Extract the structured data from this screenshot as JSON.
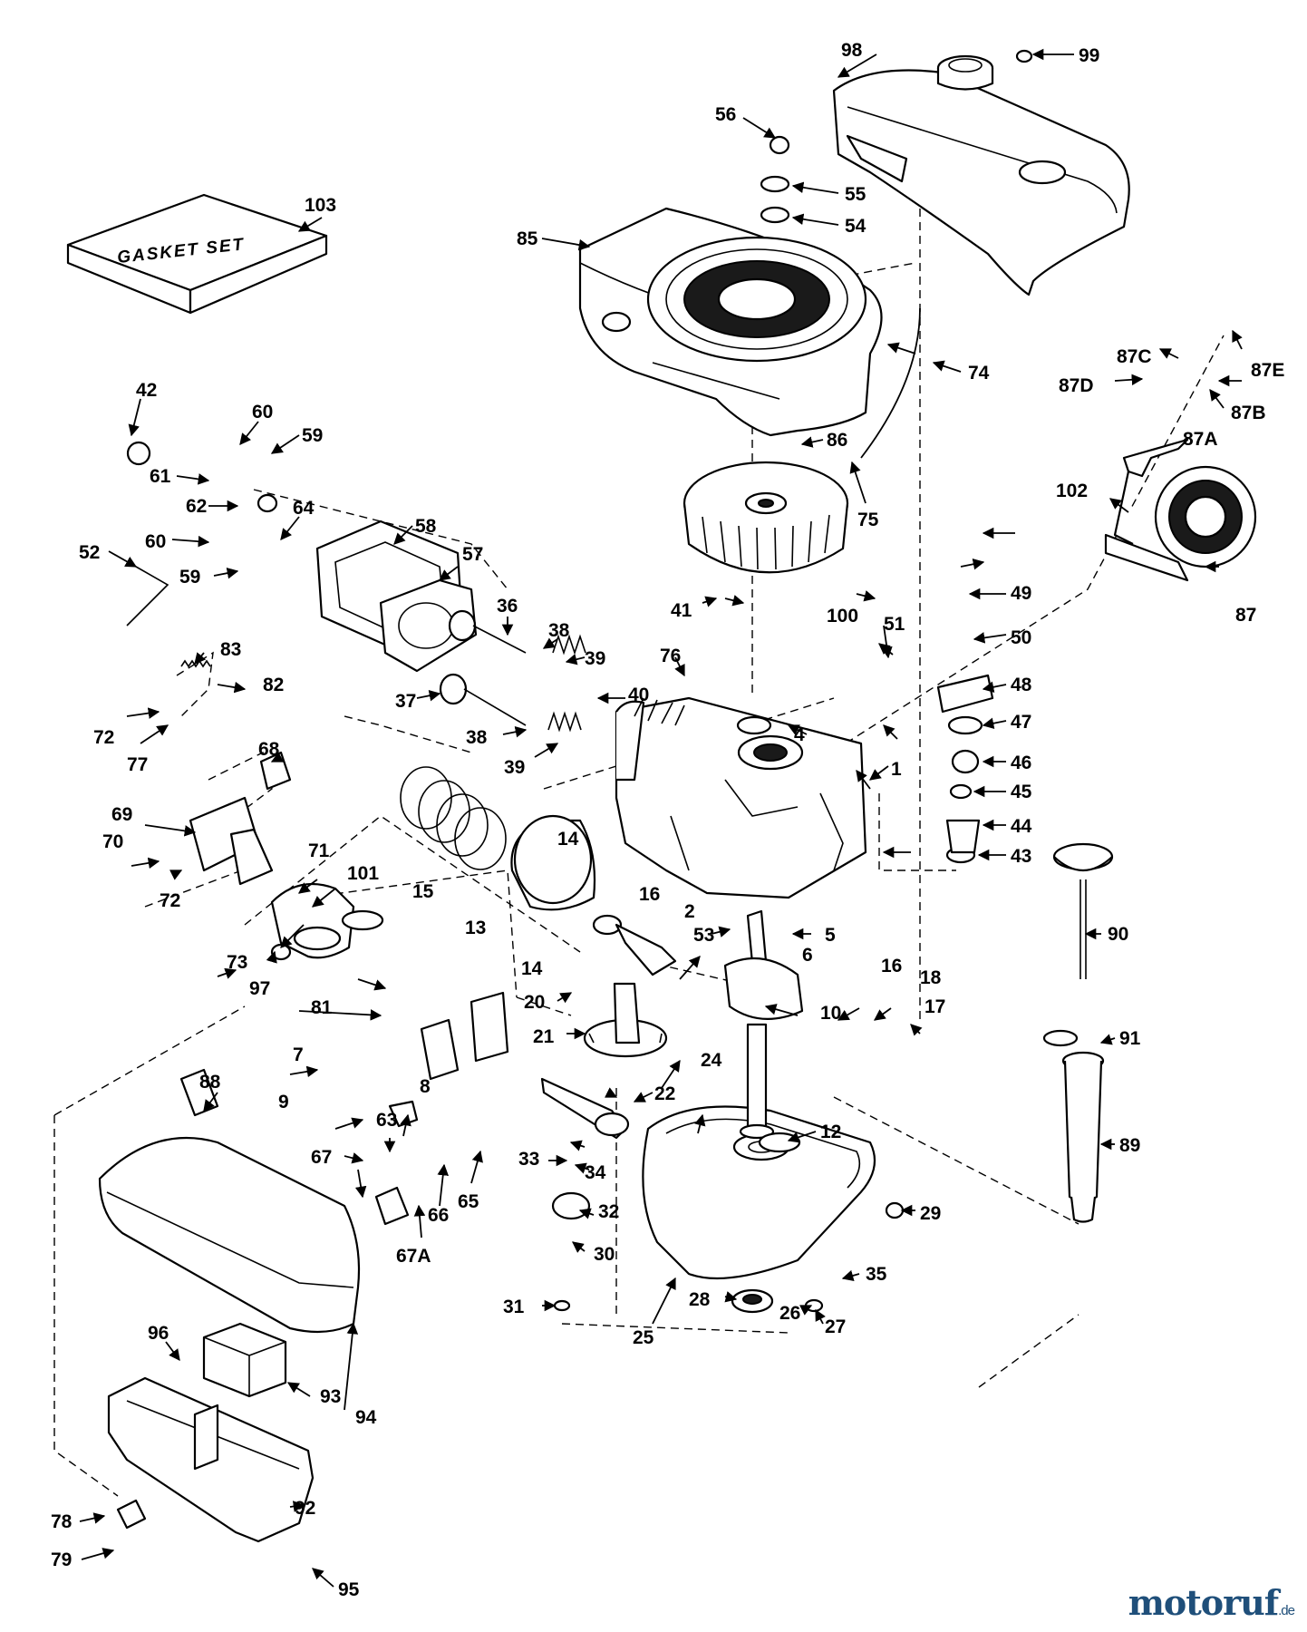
{
  "kit_label": "GASKET SET",
  "brand": {
    "name": "motoruf",
    "tld": ".de",
    "primary_color": "#1f4f7a",
    "accent_color": "#e07a10"
  },
  "callouts": [
    "1",
    "2",
    "4",
    "5",
    "6",
    "7",
    "8",
    "9",
    "10",
    "12",
    "13",
    "14",
    "14b",
    "15",
    "16",
    "16b",
    "17",
    "18",
    "20",
    "21",
    "22",
    "24",
    "25",
    "26",
    "27",
    "28",
    "29",
    "30",
    "31",
    "32",
    "33",
    "34",
    "35",
    "36",
    "37",
    "38",
    "38b",
    "39",
    "39b",
    "40",
    "41",
    "42",
    "43",
    "44",
    "45",
    "46",
    "47",
    "48",
    "49",
    "50",
    "51",
    "52",
    "53",
    "54",
    "55",
    "56",
    "57",
    "58",
    "59",
    "59b",
    "60",
    "60b",
    "61",
    "62",
    "63",
    "64",
    "65",
    "66",
    "67",
    "67A",
    "68",
    "69",
    "70",
    "71",
    "72",
    "72b",
    "73",
    "74",
    "75",
    "76",
    "77",
    "78",
    "79",
    "81",
    "82",
    "83",
    "85",
    "86",
    "87",
    "87A",
    "87B",
    "87C",
    "87D",
    "87E",
    "88",
    "89",
    "90",
    "91",
    "92",
    "93",
    "94",
    "95",
    "96",
    "97",
    "98",
    "99",
    "100",
    "101",
    "102",
    "103"
  ],
  "labels": {
    "1": "1",
    "2": "2",
    "4": "4",
    "5": "5",
    "6": "6",
    "7": "7",
    "8": "8",
    "9": "9",
    "10": "10",
    "12": "12",
    "13": "13",
    "14": "14",
    "14b": "14",
    "15": "15",
    "16": "16",
    "16b": "16",
    "17": "17",
    "18": "18",
    "20": "20",
    "21": "21",
    "22": "22",
    "24": "24",
    "25": "25",
    "26": "26",
    "27": "27",
    "28": "28",
    "29": "29",
    "30": "30",
    "31": "31",
    "32": "32",
    "33": "33",
    "34": "34",
    "35": "35",
    "36": "36",
    "37": "37",
    "38": "38",
    "38b": "38",
    "39": "39",
    "39b": "39",
    "40": "40",
    "41": "41",
    "42": "42",
    "43": "43",
    "44": "44",
    "45": "45",
    "46": "46",
    "47": "47",
    "48": "48",
    "49": "49",
    "50": "50",
    "51": "51",
    "52": "52",
    "53": "53",
    "54": "54",
    "55": "55",
    "56": "56",
    "57": "57",
    "58": "58",
    "59": "59",
    "59b": "59",
    "60": "60",
    "60b": "60",
    "61": "61",
    "62": "62",
    "63": "63",
    "64": "64",
    "65": "65",
    "66": "66",
    "67": "67",
    "67A": "67A",
    "68": "68",
    "69": "69",
    "70": "70",
    "71": "71",
    "72": "72",
    "72b": "72",
    "73": "73",
    "74": "74",
    "75": "75",
    "76": "76",
    "77": "77",
    "78": "78",
    "79": "79",
    "81": "81",
    "82": "82",
    "83": "83",
    "85": "85",
    "86": "86",
    "87": "87",
    "87A": "87A",
    "87B": "87B",
    "87C": "87C",
    "87D": "87D",
    "87E": "87E",
    "88": "88",
    "89": "89",
    "90": "90",
    "91": "91",
    "92": "92",
    "93": "93",
    "94": "94",
    "95": "95",
    "96": "96",
    "97": "97",
    "98": "98",
    "99": "99",
    "100": "100",
    "101": "101",
    "102": "102",
    "103": "103"
  }
}
